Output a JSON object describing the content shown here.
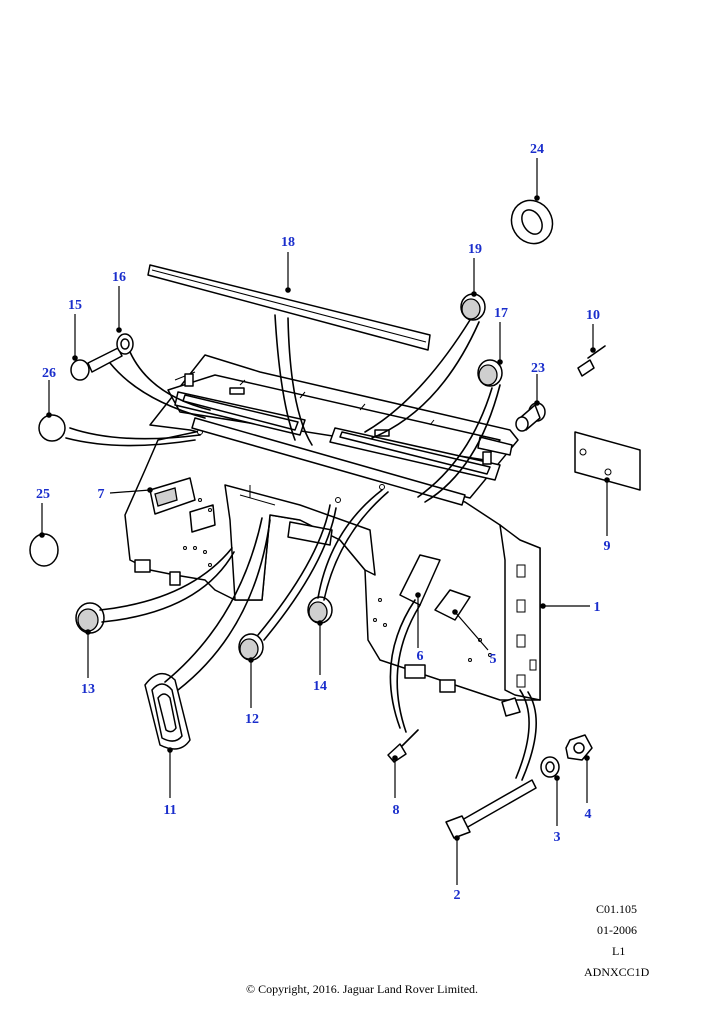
{
  "diagram": {
    "callouts": [
      {
        "id": "1",
        "label": "1"
      },
      {
        "id": "2",
        "label": "2"
      },
      {
        "id": "3",
        "label": "3"
      },
      {
        "id": "4",
        "label": "4"
      },
      {
        "id": "5",
        "label": "5"
      },
      {
        "id": "6",
        "label": "6"
      },
      {
        "id": "7",
        "label": "7"
      },
      {
        "id": "8",
        "label": "8"
      },
      {
        "id": "9",
        "label": "9"
      },
      {
        "id": "10",
        "label": "10"
      },
      {
        "id": "11",
        "label": "11"
      },
      {
        "id": "12",
        "label": "12"
      },
      {
        "id": "13",
        "label": "13"
      },
      {
        "id": "14",
        "label": "14"
      },
      {
        "id": "15",
        "label": "15"
      },
      {
        "id": "16",
        "label": "16"
      },
      {
        "id": "17",
        "label": "17"
      },
      {
        "id": "18",
        "label": "18"
      },
      {
        "id": "19",
        "label": "19"
      },
      {
        "id": "23",
        "label": "23"
      },
      {
        "id": "24",
        "label": "24"
      },
      {
        "id": "25",
        "label": "25"
      },
      {
        "id": "26",
        "label": "26"
      }
    ],
    "label_color": "#1a2ecc",
    "line_color": "#000000"
  },
  "footer": {
    "code": "C01.105",
    "date": "01-2006",
    "level": "L1",
    "ref": "ADNXCC1D",
    "copyright": "© Copyright, 2016. Jaguar Land Rover Limited."
  }
}
